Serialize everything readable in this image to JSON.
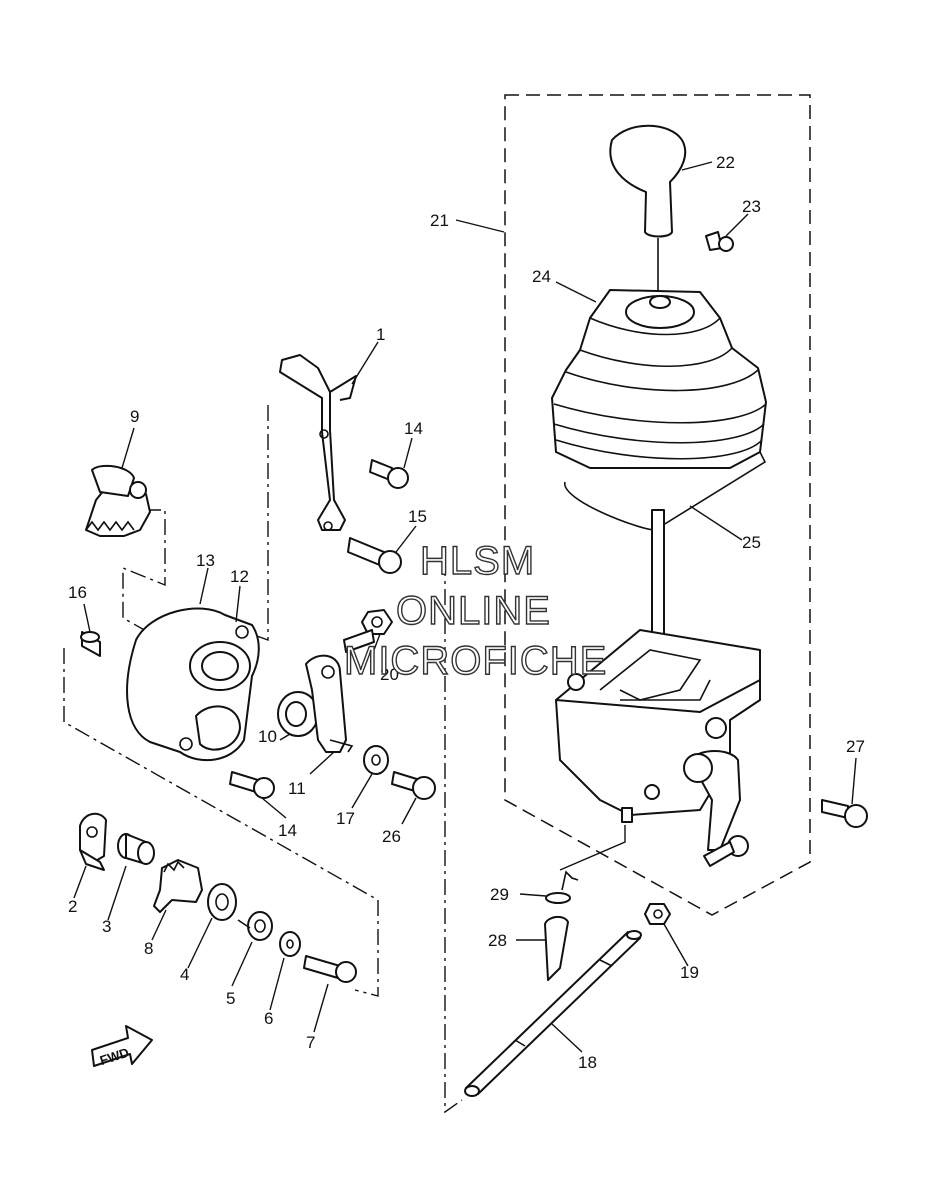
{
  "callouts": {
    "c1": "1",
    "c2": "2",
    "c3": "3",
    "c4": "4",
    "c5": "5",
    "c6": "6",
    "c7": "7",
    "c8": "8",
    "c9": "9",
    "c10": "10",
    "c11": "11",
    "c12": "12",
    "c13": "13",
    "c14a": "14",
    "c14b": "14",
    "c15": "15",
    "c16": "16",
    "c17": "17",
    "c18": "18",
    "c19": "19",
    "c20": "20",
    "c21": "21",
    "c22": "22",
    "c23": "23",
    "c24": "24",
    "c25": "25",
    "c26": "26",
    "c27": "27",
    "c28": "28",
    "c29": "29"
  },
  "watermark": {
    "line1": "HLSM",
    "line2": "ONLINE",
    "line3": "MICROFICHE"
  },
  "direction_badge": "FWD"
}
